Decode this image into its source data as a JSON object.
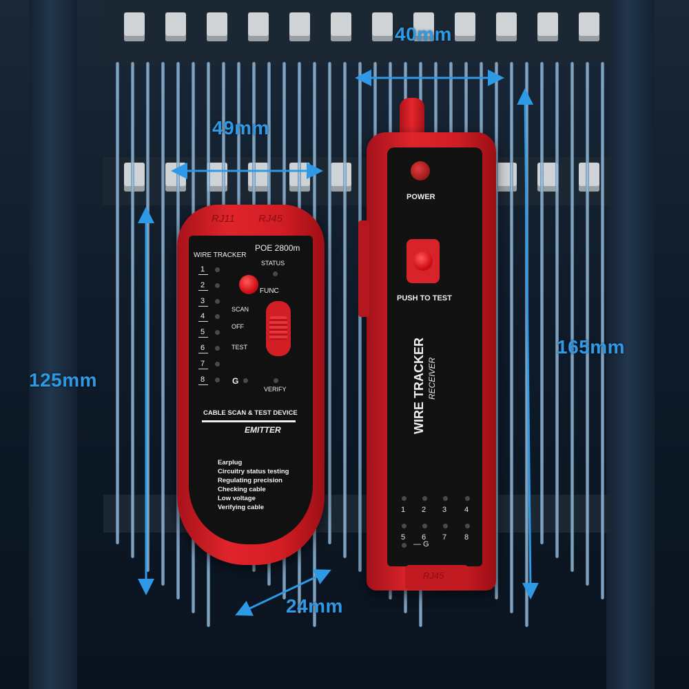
{
  "dimensions": {
    "width_top": "40mm",
    "width_emitter": "49mm",
    "height_emitter": "125mm",
    "height_receiver": "165mm",
    "depth": "24mm"
  },
  "emitter": {
    "jack_rj11": "RJ11",
    "jack_rj45": "RJ45",
    "brand_label": "WIRE TRACKER",
    "model": "POE 2800m",
    "status_label": "STATUS",
    "func_label": "FUNC",
    "channels": [
      "1",
      "2",
      "3",
      "4",
      "5",
      "6",
      "7",
      "8"
    ],
    "ground_label": "G",
    "verify_label": "VERIFY",
    "switch_positions": [
      "SCAN",
      "OFF",
      "TEST"
    ],
    "device_title": "CABLE SCAN & TEST DEVICE",
    "device_name": "EMITTER",
    "features": [
      "Earplug",
      "Circuitry status testing",
      "Regulating precision",
      "Checking cable",
      "Low voltage",
      "Verifying cable"
    ]
  },
  "receiver": {
    "power_label": "POWER",
    "push_label": "PUSH TO TEST",
    "brand": "WIRE TRACKER",
    "role": "RECEIVER",
    "channels": [
      "1",
      "2",
      "3",
      "4",
      "5",
      "6",
      "7",
      "8"
    ],
    "ground_label": "G",
    "plug_label": "RJ45"
  },
  "colors": {
    "device_red": "#d31d24",
    "dimension_blue": "#2e9ae6",
    "panel_black": "#111111"
  }
}
